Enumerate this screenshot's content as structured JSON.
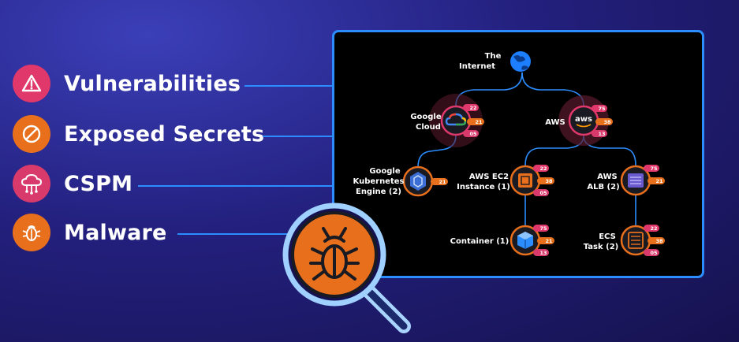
{
  "colors": {
    "accent_blue": "#2b8dff",
    "vuln_red": "#e0386a",
    "secret_orange": "#e8701c",
    "cspm_pink": "#d83a6b",
    "malware_orange": "#e8701c"
  },
  "categories": [
    {
      "label": "Vulnerabilities",
      "icon": "warning-triangle-icon"
    },
    {
      "label": "Exposed Secrets",
      "icon": "prohibited-icon"
    },
    {
      "label": "CSPM",
      "icon": "cloud-network-icon"
    },
    {
      "label": "Malware",
      "icon": "bug-icon"
    }
  ],
  "diagram": {
    "internet": {
      "label_lines": [
        "The",
        "Internet"
      ],
      "icon": "globe-icon"
    },
    "nodes": [
      {
        "id": "google-cloud",
        "label_lines": [
          "Google",
          "Cloud"
        ],
        "icon": "google-cloud-icon",
        "badges": [
          "22",
          "21",
          "05"
        ]
      },
      {
        "id": "aws",
        "label_lines": [
          "AWS"
        ],
        "icon": "aws-icon",
        "badges": [
          "75",
          "38",
          "13"
        ]
      },
      {
        "id": "gke",
        "label_lines": [
          "Google",
          "Kubernetes",
          "Engine (2)"
        ],
        "icon": "kubernetes-icon",
        "badges": [
          "21"
        ]
      },
      {
        "id": "aws-ec2",
        "label_lines": [
          "AWS EC2",
          "Instance (1)"
        ],
        "icon": "chip-icon",
        "badges": [
          "22",
          "38",
          "05"
        ]
      },
      {
        "id": "aws-alb",
        "label_lines": [
          "AWS",
          "ALB (2)"
        ],
        "icon": "load-balancer-icon",
        "badges": [
          "75",
          "21"
        ]
      },
      {
        "id": "container",
        "label_lines": [
          "Container (1)"
        ],
        "icon": "container-cube-icon",
        "badges": [
          "75",
          "21",
          "13"
        ]
      },
      {
        "id": "ecs-task",
        "label_lines": [
          "ECS",
          "Task (2)"
        ],
        "icon": "task-list-icon",
        "badges": [
          "22",
          "38",
          "05"
        ]
      }
    ]
  }
}
